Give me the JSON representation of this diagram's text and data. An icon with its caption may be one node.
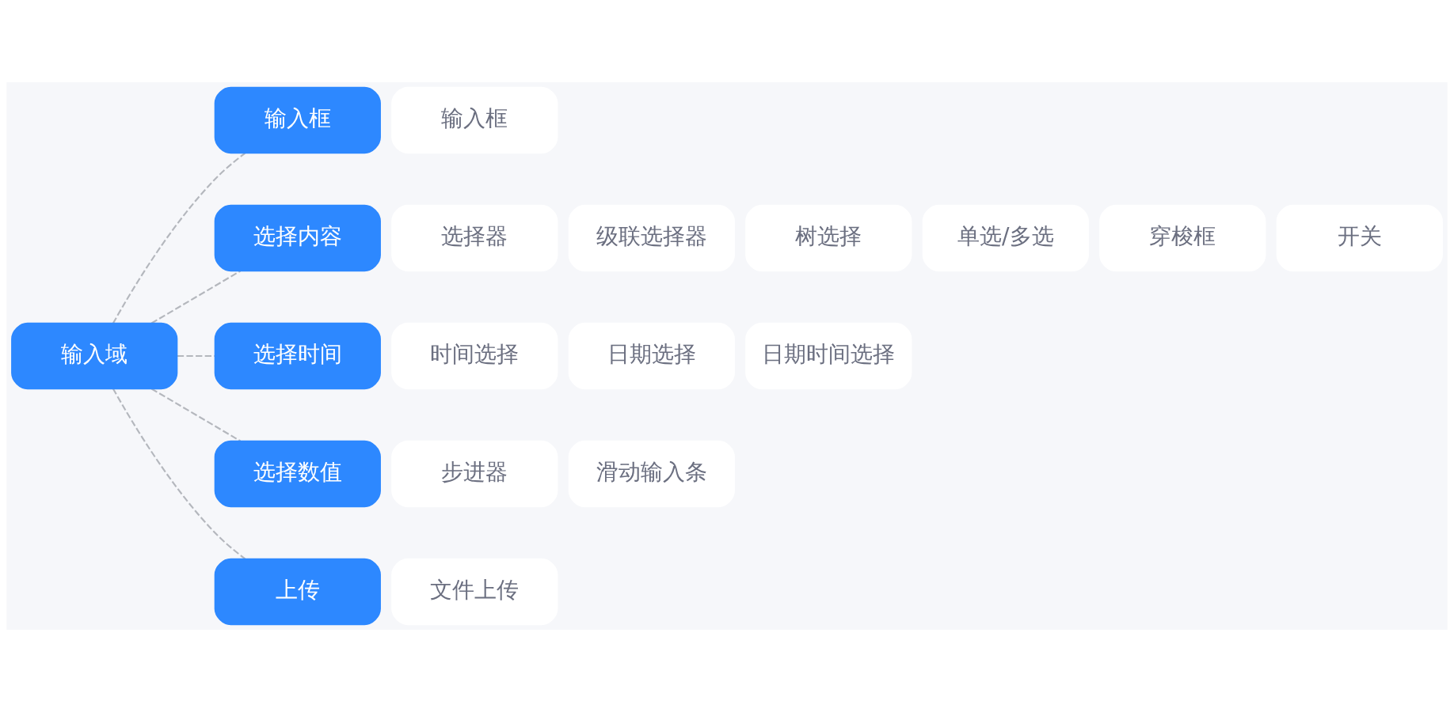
{
  "diagram": {
    "nodes": [
      {
        "text": [
          "输入域"
        ]
      },
      {
        "text": [
          "输入框"
        ]
      },
      {
        "text": [
          "输入框"
        ]
      },
      {
        "text": [
          "选择内容"
        ]
      },
      {
        "text": [
          "选择器"
        ]
      },
      {
        "text": [
          "级联选择器"
        ]
      },
      {
        "text": [
          "树选择"
        ]
      },
      {
        "text": [
          "单选/多选"
        ]
      },
      {
        "text": [
          "穿梭框"
        ]
      },
      {
        "text": [
          "开关"
        ]
      },
      {
        "text": [
          "选择时间"
        ]
      },
      {
        "text": [
          "时间选择"
        ]
      },
      {
        "text": [
          "日期选择"
        ]
      },
      {
        "text": [
          "日期时间选择"
        ]
      },
      {
        "text": [
          "选择数值"
        ]
      },
      {
        "text": [
          "步进器"
        ]
      },
      {
        "text": [
          "滑动输入条"
        ]
      },
      {
        "text": [
          "上传"
        ]
      },
      {
        "text": [
          "文件上传"
        ]
      }
    ],
    "edges": [
      {
        "from": 0,
        "to": 1,
        "arrow": "none",
        "style": "dashed"
      },
      {
        "from": 0,
        "to": 3,
        "arrow": "none",
        "style": "dashed"
      },
      {
        "from": 0,
        "to": 10,
        "arrow": "none",
        "style": "dashed"
      },
      {
        "from": 0,
        "to": 14,
        "arrow": "none",
        "style": "dashed"
      },
      {
        "from": 0,
        "to": 17,
        "arrow": "none",
        "style": "dashed"
      }
    ]
  }
}
